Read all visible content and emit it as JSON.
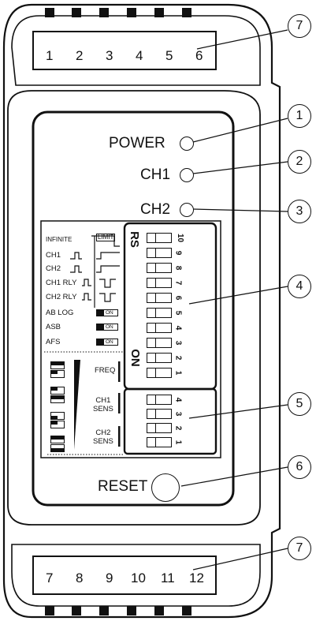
{
  "terminals_top": [
    "1",
    "2",
    "3",
    "4",
    "5",
    "6"
  ],
  "terminals_bottom": [
    "7",
    "8",
    "9",
    "10",
    "11",
    "12"
  ],
  "leds": {
    "power": "POWER",
    "ch1": "CH1",
    "ch2": "CH2"
  },
  "reset_label": "RESET",
  "callouts": [
    "7",
    "1",
    "2",
    "3",
    "4",
    "5",
    "6",
    "7"
  ],
  "modes": {
    "infinite": "INFINITE",
    "limit": "LIMIT",
    "ch1": "CH1",
    "ch2": "CH2",
    "ch1_rly": "CH1 RLY",
    "ch2_rly": "CH2 RLY",
    "ab_log": "AB LOG",
    "asb": "ASB",
    "afs": "AFS",
    "on": "ON"
  },
  "switch_labels": {
    "rs": "RS",
    "on": "ON",
    "freq": "FREQ",
    "ch1_sens": "CH1\nSENS",
    "ch2_sens": "CH2\nSENS"
  },
  "dip_main": [
    "10",
    "9",
    "8",
    "7",
    "6",
    "5",
    "4",
    "3",
    "2",
    "1"
  ],
  "dip_sens": [
    "4",
    "3",
    "2",
    "1"
  ]
}
